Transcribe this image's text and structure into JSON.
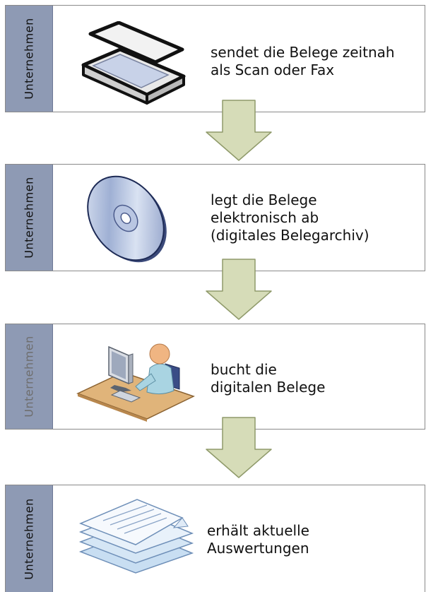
{
  "steps": [
    {
      "side_label": "Unternehmen",
      "lines": [
        "sendet die Belege zeitnah",
        "als Scan oder Fax"
      ],
      "icon": "scanner-icon"
    },
    {
      "side_label": "Unternehmen",
      "lines": [
        "legt die Belege",
        "elektronisch ab",
        "(digitales Belegarchiv)"
      ],
      "icon": "cd-icon"
    },
    {
      "side_label": "Unternehmen",
      "lines": [
        "bucht die",
        "digitalen Belege"
      ],
      "icon": "person-at-computer-icon"
    },
    {
      "side_label": "Unternehmen",
      "lines": [
        "erhält aktuelle",
        "Auswertungen"
      ],
      "icon": "document-stack-icon"
    }
  ],
  "colors": {
    "side_panel": "#8e9ab4",
    "arrow_fill": "#d6dcb8",
    "arrow_stroke": "#8f9a6a",
    "border": "#8a8a8a"
  }
}
